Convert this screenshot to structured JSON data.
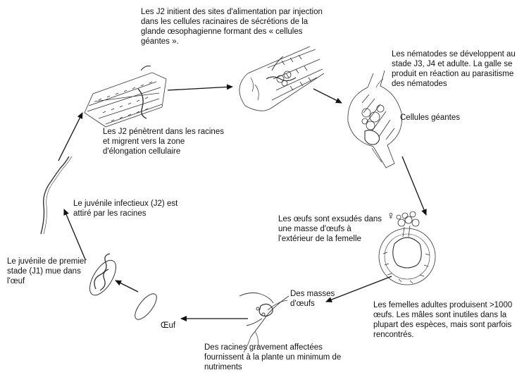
{
  "labels": {
    "j2_feeding": "Les J2 initient des sites d'alimentation par injection dans les cellules racinaires de sécrétions de la glande œsophagienne formant des « cellules géantes ».",
    "development": "Les nématodes se développent au stade J3, J4 et adulte. La galle se produit en réaction au parasitisme des nématodes",
    "giant_cells": "Cellules géantes",
    "j2_penetrate": "Les J2 pénètrent dans les racines et migrent vers la zone d'élongation cellulaire",
    "j2_infective": "Le juvénile infectieux (J2) est attiré par les racines",
    "eggs_exuded": "Les œufs sont exsudés dans une masse d'œufs à l'extérieur de la femelle",
    "female_symbol": "♀",
    "j1": "Le juvénile de premier stade (J1) mue dans l'œuf",
    "egg_masses": "Des masses d'œufs",
    "egg": "Œuf",
    "females": "Les femelles adultes produisent >1000 œufs. Les mâles sont inutiles dans la plupart des espèces, mais sont parfois rencontrés.",
    "damaged_roots": "Des racines gravement affectées fournissent à la plante un minimum de nutriments"
  },
  "icons": {
    "root_penetration": "root-segment-illustration",
    "feeding_site": "root-tip-illustration",
    "gall": "gall-illustration",
    "female_egg_mass": "female-egg-mass-illustration",
    "damaged_root": "damaged-root-illustration",
    "egg": "egg-illustration",
    "j1_in_egg": "coiled-juvenile-illustration",
    "j2_worm": "worm-illustration"
  },
  "colors": {
    "ink": "#222222",
    "arrow": "#111111"
  }
}
